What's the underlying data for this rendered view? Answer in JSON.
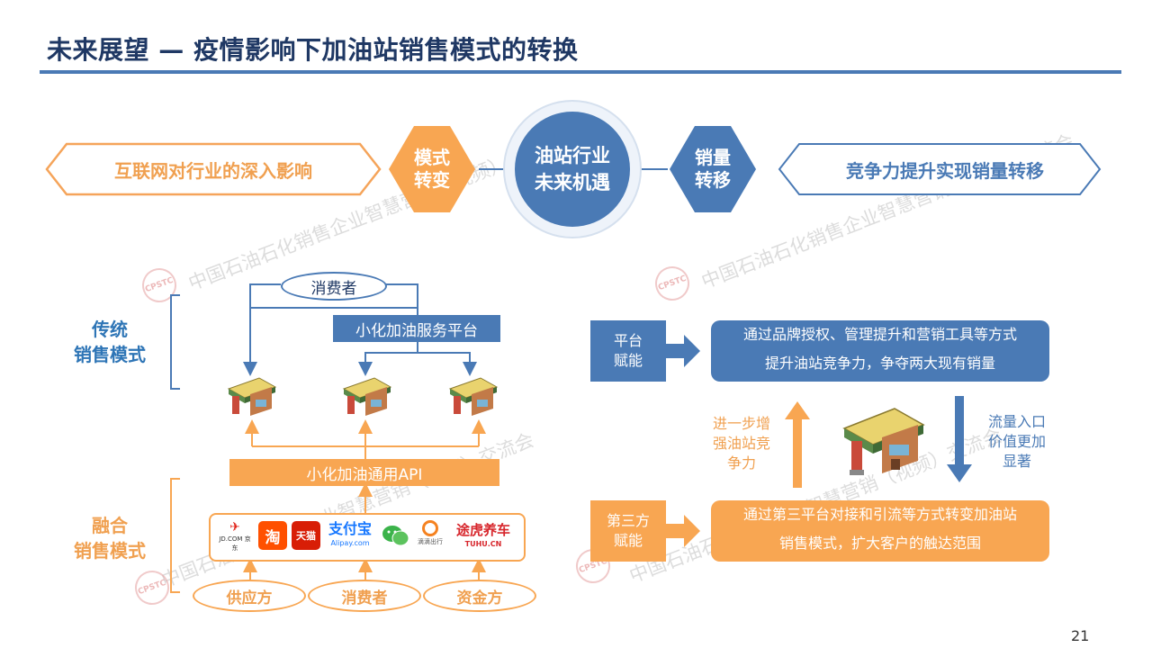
{
  "page": {
    "title": "未来展望 — 疫情影响下加油站销售模式的转换",
    "page_number": "21",
    "watermark_text": "中国石油石化销售企业智慧营销（视频）交流会",
    "watermark_logo": "CPSTC"
  },
  "top_banner": {
    "left_label": "互联网对行业的深入影响",
    "left_hex": [
      "模式",
      "转变"
    ],
    "center_circle": [
      "油站行业",
      "未来机遇"
    ],
    "right_hex": [
      "销量",
      "转移"
    ],
    "right_label": "竞争力提升实现销量转移"
  },
  "traditional_mode": {
    "label": [
      "传统",
      "销售模式"
    ],
    "consumer": "消费者",
    "platform": "小化加油服务平台"
  },
  "fusion_mode": {
    "label": [
      "融合",
      "销售模式"
    ],
    "api": "小化加油通用API",
    "logos": [
      {
        "name": "jd",
        "text": "JD.COM 京东",
        "color": "#e1251b"
      },
      {
        "name": "taobao",
        "text": "淘",
        "color": "#ff5000"
      },
      {
        "name": "tmall",
        "text": "天猫",
        "color": "#d81e06"
      },
      {
        "name": "alipay",
        "text": "支付宝",
        "sub": "Alipay.com",
        "color": "#1677ff"
      },
      {
        "name": "wechat",
        "text": "",
        "color": "#3bb34a"
      },
      {
        "name": "didi",
        "text": "滴滴出行",
        "color": "#f58220"
      },
      {
        "name": "tuhu",
        "text": "途虎养车",
        "sub": "TUHU.CN",
        "color": "#d7262c"
      }
    ],
    "bottom_ovals": [
      "供应方",
      "消费者",
      "资金方"
    ]
  },
  "right_panel": {
    "platform_box": [
      "平台",
      "赋能"
    ],
    "platform_desc": [
      "通过品牌授权、管理提升和营销工具等方式",
      "提升油站竞争力，争夺两大现有销量"
    ],
    "up_note": [
      "进一步增",
      "强油站竞",
      "争力"
    ],
    "down_note": [
      "流量入口",
      "价值更加",
      "显著"
    ],
    "third_box": [
      "第三方",
      "赋能"
    ],
    "third_desc": [
      "通过第三平台对接和引流等方式转变加油站",
      "销售模式，扩大客户的触达范围"
    ]
  },
  "colors": {
    "blue": "#4a7ab5",
    "dark_blue": "#1f3864",
    "orange": "#f8a652",
    "orange_text": "#f0a050"
  }
}
